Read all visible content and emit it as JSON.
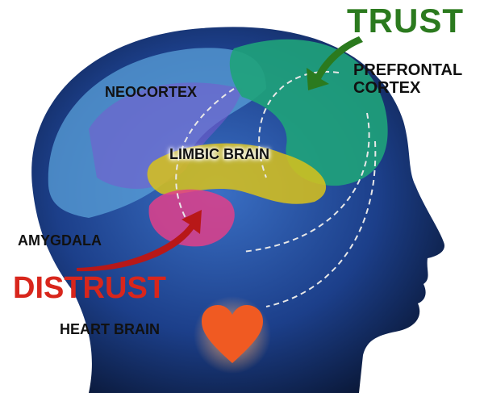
{
  "labels": {
    "trust": "TRUST",
    "prefrontal_cortex": [
      "PREFRONTAL",
      "CORTEX"
    ],
    "neocortex": "NEOCORTEX",
    "limbic_brain": "LIMBIC BRAIN",
    "amygdala": "AMYGDALA",
    "distrust": "DISTRUST",
    "heart_brain": "HEART BRAIN"
  },
  "colors": {
    "trust": "#2b7a1e",
    "distrust": "#d8261c",
    "heart": "#f05a22",
    "head": "#1c3f8a",
    "prefrontal": "#1fa37a",
    "limbic": "#d9c21a",
    "amygdala": "#e0408a",
    "neocortex": "#5aa0d8"
  }
}
